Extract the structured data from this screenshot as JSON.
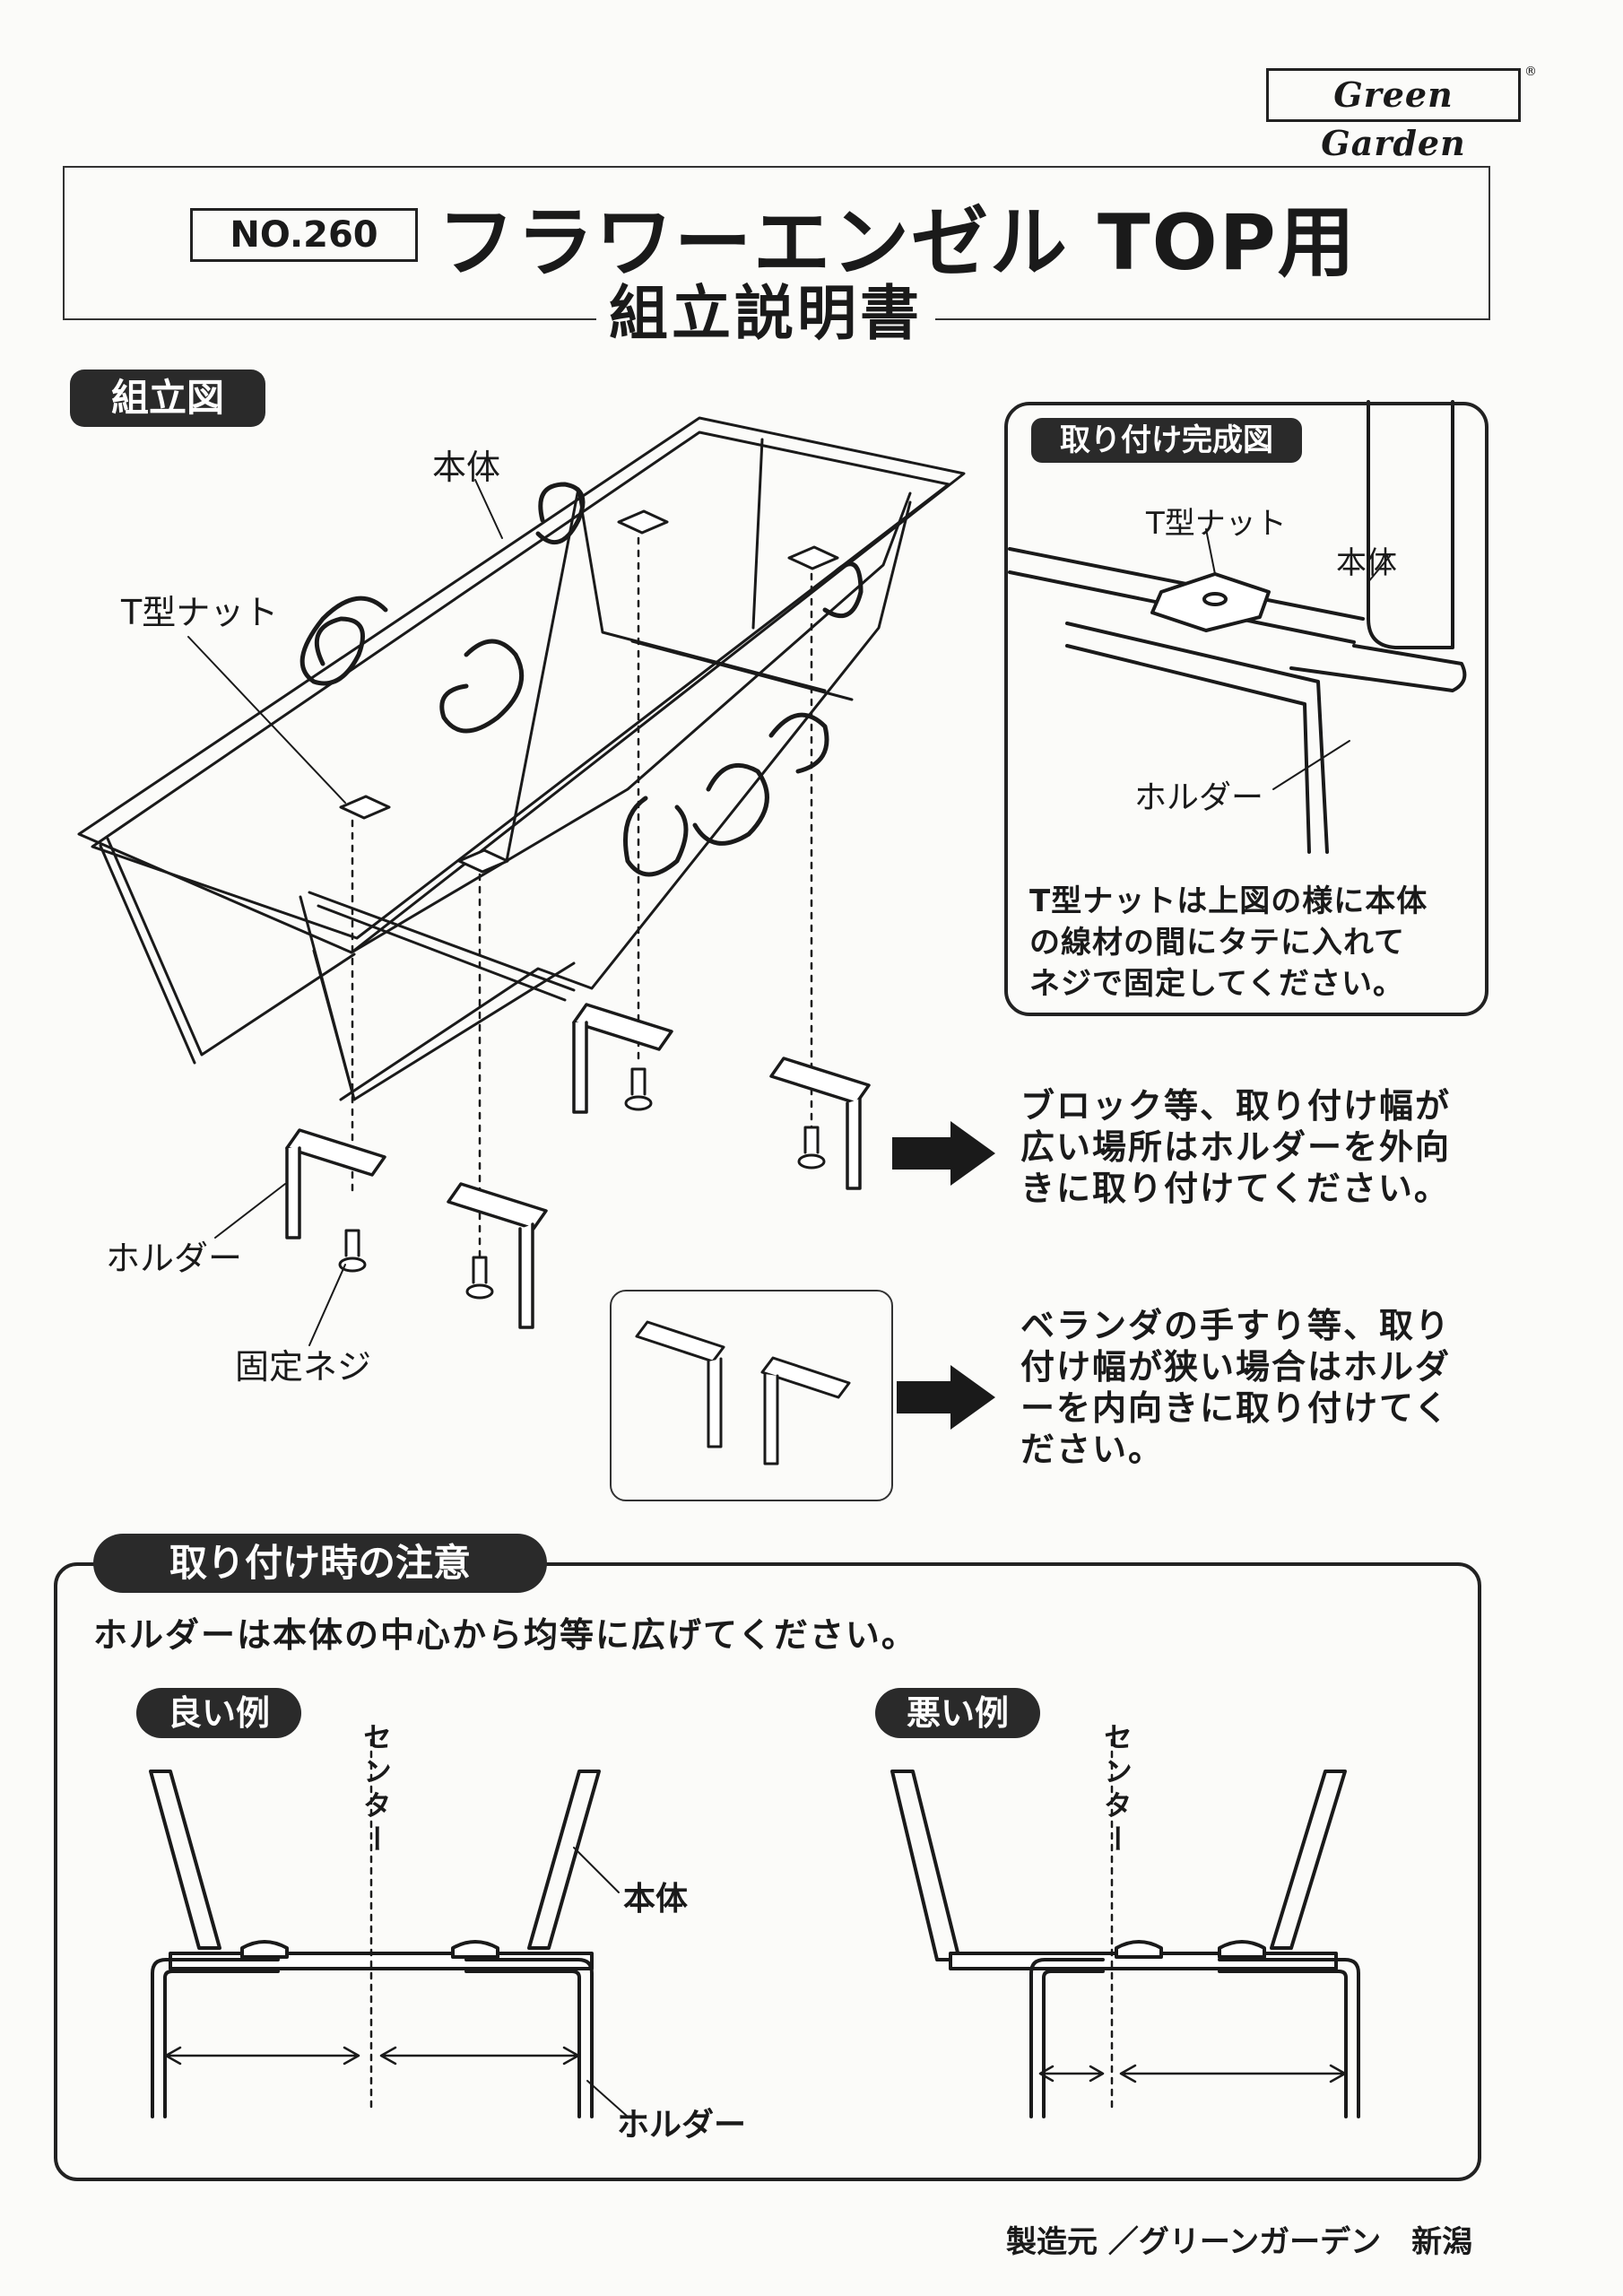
{
  "header": {
    "logo": "Green Garden",
    "registered": "®",
    "model": "NO.260",
    "title": "フラワーエンゼル TOP用",
    "subtitle": "組立説明書"
  },
  "assembly": {
    "heading": "組立図",
    "label_body": "本体",
    "label_tnut": "T型ナット",
    "label_holder": "ホルダー",
    "label_screw": "固定ネジ"
  },
  "completed": {
    "heading": "取り付け完成図",
    "label_tnut": "T型ナット",
    "label_body": "本体",
    "label_holder": "ホルダー",
    "note_lines": [
      "T型ナットは上図の様に本体",
      "の線材の間にタテに入れて",
      "ネジで固定してください。"
    ]
  },
  "outward": {
    "lines": [
      "ブロック等、取り付け幅が",
      "広い場所はホルダーを外向",
      "きに取り付けてください。"
    ]
  },
  "inward": {
    "lines": [
      "ベランダの手すり等、取り",
      "付け幅が狭い場合はホルダ",
      "ーを内向きに取り付けてく",
      "ださい。"
    ]
  },
  "notice": {
    "heading": "取り付け時の注意",
    "text": "ホルダーは本体の中心から均等に広げてください。",
    "good_label": "良い例",
    "bad_label": "悪い例",
    "center": "センター",
    "label_body": "本体",
    "label_holder": "ホルダー"
  },
  "footer": {
    "maker": "製造元 ／グリーンガーデン　新潟"
  },
  "colors": {
    "ink": "#1a1a1a",
    "pill": "#2a2a2a",
    "paper": "#fbfbf9"
  }
}
